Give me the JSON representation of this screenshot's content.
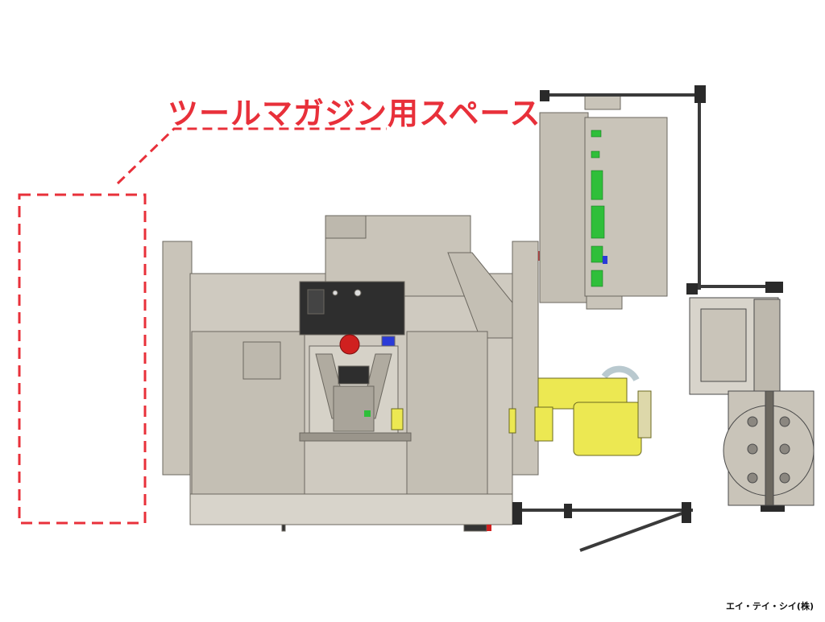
{
  "callout": {
    "text": "ツールマガジン用スペース",
    "color": "#e8303a"
  },
  "credit": "エイ・テイ・シイ(株)",
  "colors": {
    "machine_body": "#c9c4b9",
    "machine_edge": "#6b675f",
    "spindle_dark": "#2e2e2e",
    "robot_yellow": "#ece852",
    "panel_green": "#2fbf3a",
    "frame_dark": "#3a3a3a",
    "red_part": "#d0201f",
    "blue_part": "#2a3ad8",
    "cable": "#b9c9cf"
  },
  "icons": [
    "machining-center",
    "robot-arm",
    "control-panel",
    "safety-fence",
    "rotary-table"
  ]
}
